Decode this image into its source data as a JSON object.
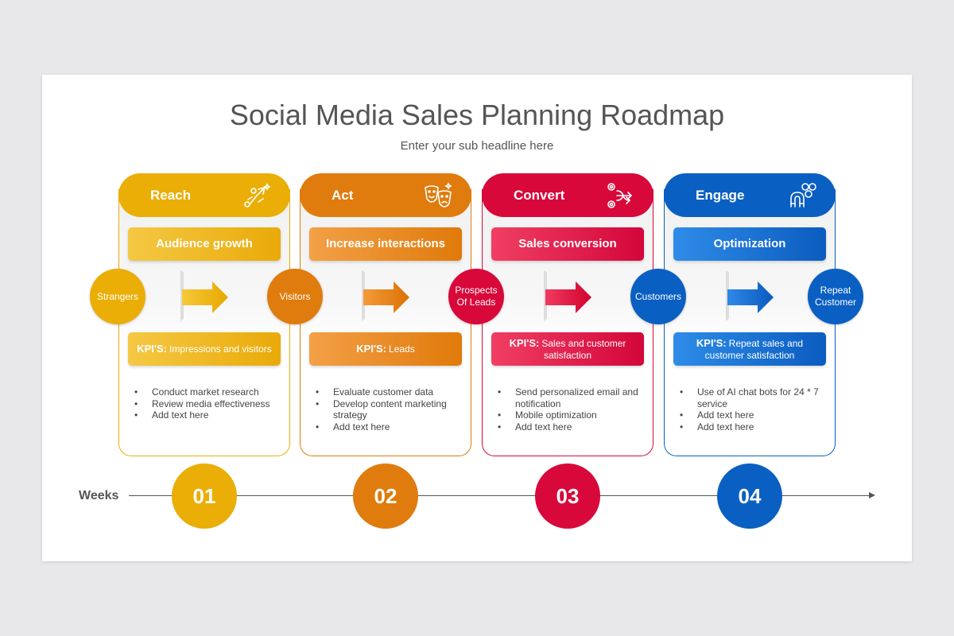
{
  "title": "Social Media Sales Planning Roadmap",
  "subtitle": "Enter your sub headline here",
  "weeks_label": "Weeks",
  "colors": {
    "yellow": "#eaae06",
    "orange": "#e07b0d",
    "red": "#d8083a",
    "blue": "#0a5fc2"
  },
  "phases": [
    {
      "header": "Reach",
      "icon": "rocket-icon",
      "subheading": "Audience growth",
      "kpi_label": "KPI'S:",
      "kpi_text": "Impressions and visitors",
      "bullets": [
        "Conduct market research",
        "Review media effectiveness",
        "Add text here"
      ],
      "week": "01"
    },
    {
      "header": "Act",
      "icon": "theater-masks-icon",
      "subheading": "Increase interactions",
      "kpi_label": "KPI'S:",
      "kpi_text": "Leads",
      "bullets": [
        "Evaluate customer data",
        "Develop content marketing strategy",
        "Add text here"
      ],
      "week": "02"
    },
    {
      "header": "Convert",
      "icon": "conversion-gears-icon",
      "subheading": "Sales conversion",
      "kpi_label": "KPI'S:",
      "kpi_text": "Sales and customer satisfaction",
      "bullets": [
        "Send personalized email and notification",
        "Mobile optimization",
        "Add text here"
      ],
      "week": "03"
    },
    {
      "header": "Engage",
      "icon": "customer-magnet-icon",
      "subheading": "Optimization",
      "kpi_label": "KPI'S:",
      "kpi_text": "Repeat sales and customer satisfaction",
      "bullets": [
        "Use of AI chat bots for 24 * 7 service",
        "Add text here",
        "Add text here"
      ],
      "week": "04"
    }
  ],
  "stages": [
    "Strangers",
    "Visitors",
    "Prospects Of Leads",
    "Customers",
    "Repeat Customer"
  ]
}
